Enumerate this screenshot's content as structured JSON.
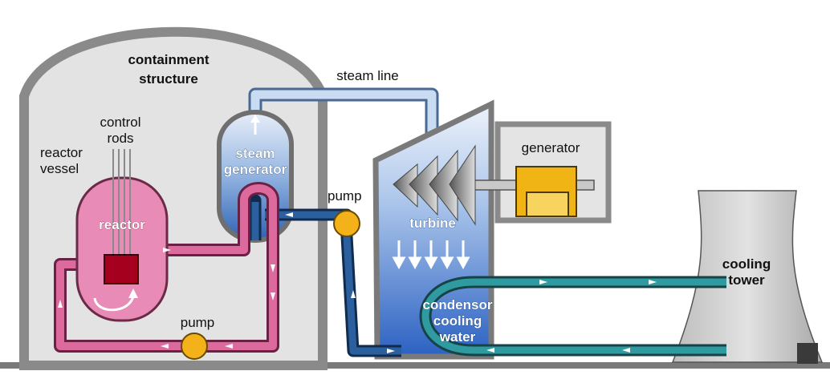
{
  "labels": {
    "containment_structure_line1": "containment",
    "containment_structure_line2": "structure",
    "steam_line": "steam line",
    "control_rods_line1": "control",
    "control_rods_line2": "rods",
    "reactor_vessel_line1": "reactor",
    "reactor_vessel_line2": "vessel",
    "reactor": "reactor",
    "steam_generator_line1": "steam",
    "steam_generator_line2": "generator",
    "pump_upper": "pump",
    "pump_lower": "pump",
    "generator": "generator",
    "turbine": "turbine",
    "condensor_line1": "condensor",
    "condensor_line2": "cooling",
    "condensor_line3": "water",
    "cooling_tower_line1": "cooling",
    "cooling_tower_line2": "tower"
  },
  "colors": {
    "primary_loop": "#dc6a9d",
    "reactor_body": "#e88bb6",
    "steam_pipe": "#bcd4ee",
    "feedwater_pipe": "#1f4a80",
    "cooling_pipe": "#2a8f95",
    "pump": "#f3b21a",
    "generator_body": "#f0b415",
    "containment_wall": "#8a8a8a",
    "cooling_tower": "#d3d3d3"
  }
}
